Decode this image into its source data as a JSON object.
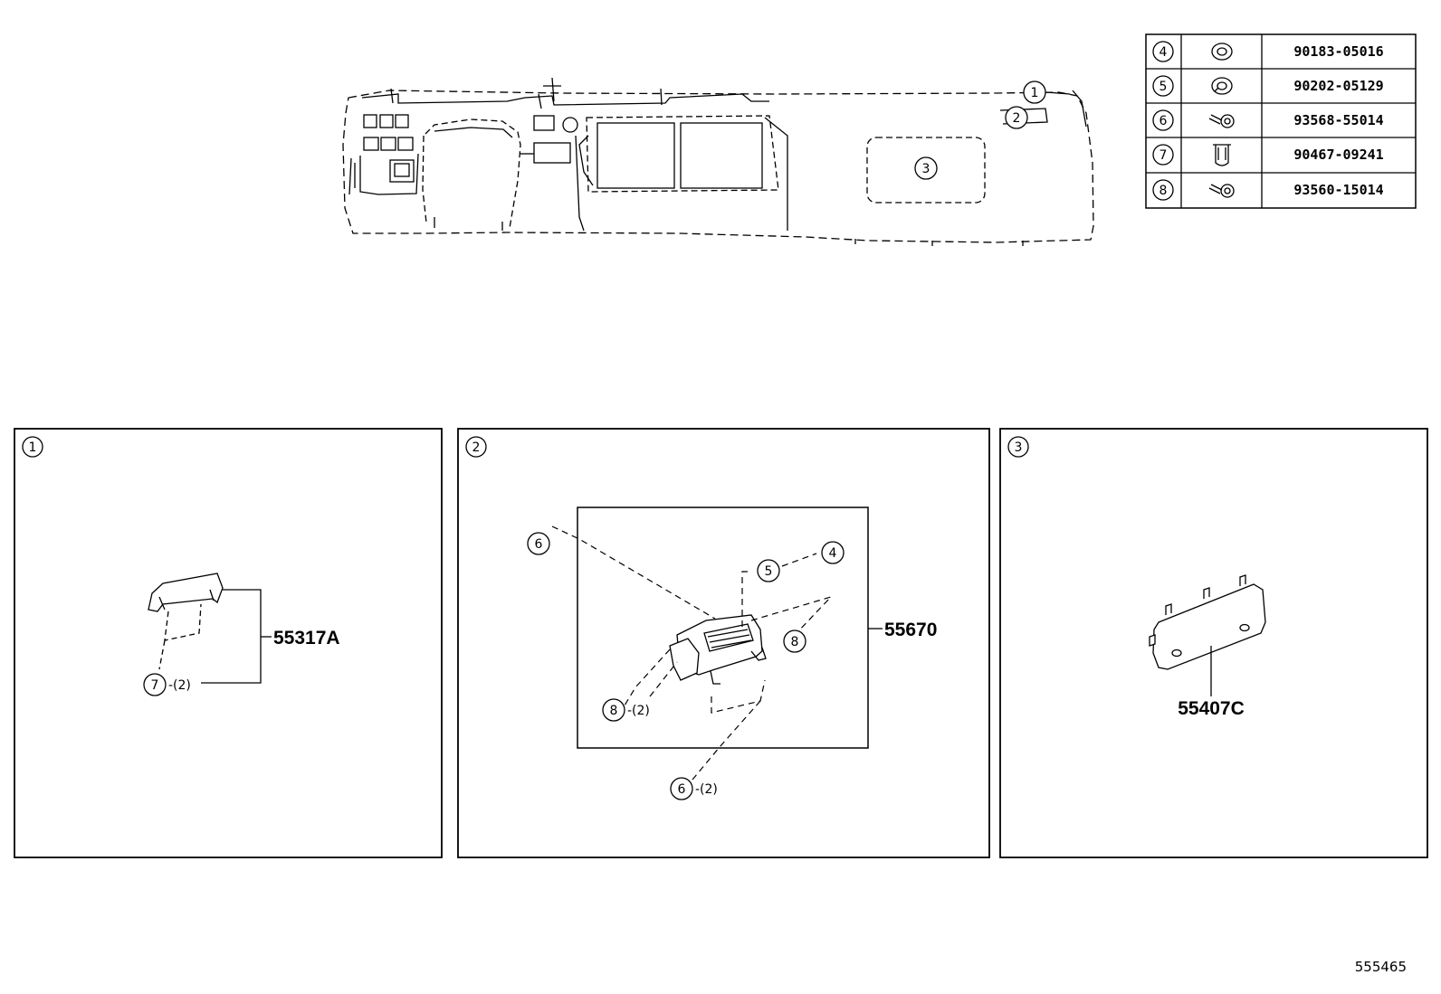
{
  "legend": {
    "rows": [
      {
        "callout": "4",
        "icon": "flat-washer-icon",
        "part": "90183-05016"
      },
      {
        "callout": "5",
        "icon": "spring-washer-icon",
        "part": "90202-05129"
      },
      {
        "callout": "6",
        "icon": "screw-icon",
        "part": "93568-55014"
      },
      {
        "callout": "7",
        "icon": "clip-icon",
        "part": "90467-09241"
      },
      {
        "callout": "8",
        "icon": "screw-icon",
        "part": "93560-15014"
      }
    ]
  },
  "overview": {
    "callouts": [
      "1",
      "2",
      "3"
    ]
  },
  "panels": [
    {
      "id": "1",
      "part_number": "55317A",
      "fastener": {
        "callout": "7",
        "qty": "-(2)"
      }
    },
    {
      "id": "2",
      "part_number": "55670",
      "fasteners": [
        {
          "callout": "6",
          "qty": ""
        },
        {
          "callout": "5",
          "qty": ""
        },
        {
          "callout": "4",
          "qty": ""
        },
        {
          "callout": "8",
          "qty": ""
        },
        {
          "callout": "8",
          "qty": "-(2)"
        },
        {
          "callout": "6",
          "qty": "-(2)"
        }
      ]
    },
    {
      "id": "3",
      "part_number": "55407C"
    }
  ],
  "diagram_id": "555465"
}
